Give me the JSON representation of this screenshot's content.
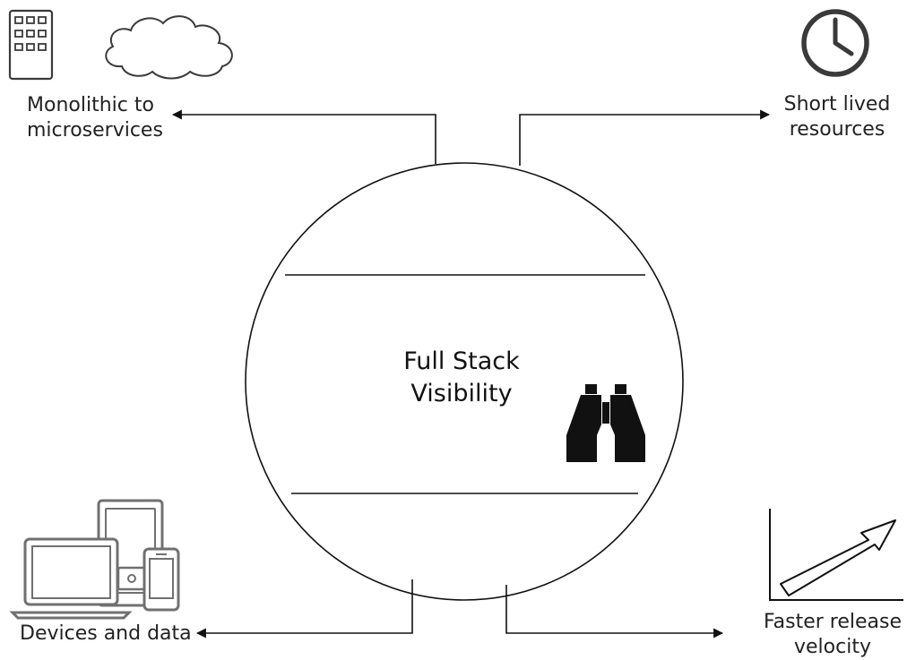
{
  "core": {
    "title_line1": "Full Stack",
    "title_line2": "Visibility",
    "icon": "binoculars-icon"
  },
  "nodes": {
    "monolithic": {
      "line1": "Monolithic to",
      "line2": "microservices",
      "icons": [
        "building-icon",
        "cloud-icon"
      ]
    },
    "short_lived": {
      "line1": "Short lived",
      "line2": "resources",
      "icon": "clock-icon"
    },
    "devices": {
      "label": "Devices and data",
      "icon": "devices-icon"
    },
    "faster_release": {
      "line1": "Faster release",
      "line2": "velocity",
      "icon": "trend-up-icon"
    }
  },
  "colors": {
    "line": "#111111",
    "icon_gray": "#707070",
    "icon_dark": "#3a3a3a",
    "binoculars": "#111111"
  }
}
